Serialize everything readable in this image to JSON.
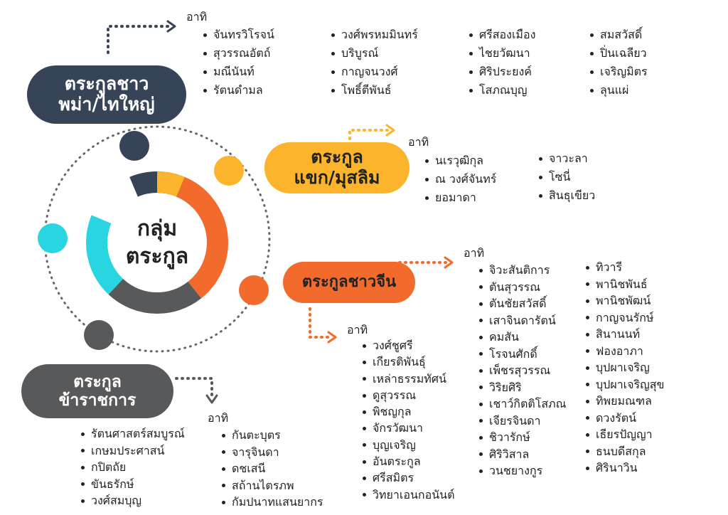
{
  "colors": {
    "dark": "#374357",
    "yellow": "#fbb42b",
    "orange": "#f26a2c",
    "gray": "#58595b",
    "cyan": "#29d5e0"
  },
  "center": {
    "line1": "กลุ่ม",
    "line2": "ตระกูล"
  },
  "groups": {
    "burmese": {
      "title1": "ตระกูลชาว",
      "title2": "พม่า/ไทใหญ่",
      "label": "อาทิ",
      "col1": [
        "จันทรวิโรจน์",
        "สุวรรณอัตถ์",
        "มณีนันท์",
        "รัตนดำมล"
      ],
      "col2": [
        "วงศ์พรหมมินทร์",
        "บริบูรณ์",
        "กาญจนวงศ์",
        "โพธิ์ตีพันธ์"
      ],
      "col3": [
        "ศรีสองเมือง",
        "ไชยวัฒนา",
        "ศิริประยงค์",
        "โสภณบุญ"
      ],
      "col4": [
        "สมสวัสดิ์",
        "ปิ่นเฉลียว",
        "เจริญมิตร",
        "ลุนแผ่"
      ]
    },
    "muslim": {
      "title1": "ตระกูล",
      "title2": "แขก/มุสลิม",
      "label": "อาทิ",
      "col1": [
        "นเรวุฒิกุล",
        "ณ วงศ์จันทร์",
        "ยอมาดา"
      ],
      "col2": [
        "จาวะลา",
        "โซนี่",
        "สินธุเขียว"
      ]
    },
    "chinese": {
      "title": "ตระกูลชาวจีน",
      "label_a": "อาทิ",
      "label_b": "อาทิ",
      "col_a": [
        "วงศ์ชูศรี",
        "เกียรติพันธุ์",
        "เหล่าธรรมทัศน์",
        "ดูสุวรรณ",
        "พิชญกุล",
        "จักรวัฒนา",
        "บุญเจริญ",
        "อันตระกูล",
        "ศรีสมิตร",
        "วิทยาเอนกอนันต์"
      ],
      "col_b": [
        "จิวะสันติการ",
        "ตันสุวรรณ",
        "ตันชัยสวัสดิ์",
        "เสาจินดารัตน์",
        "คมสัน",
        "โรจนศักดิ์",
        "เพ็ชรสุวรรณ",
        "วิริยศิริ",
        "เชาว์กิตติโสภณ",
        "เจียรจินดา",
        "ชิวารักษ์",
        "ศิริวิสาล",
        "วนชยางกูร"
      ],
      "col_c": [
        "ทิวารี",
        "พานิชพันธ์",
        "พานิชพัฒน์",
        "กาญจนรักษ์",
        "สินานนท์",
        "ฟองอาภา",
        "บุปผาเจริญ",
        "บุปผาเจริญสุข",
        "ทิพยมณฑล",
        "ดวงรัตน์",
        "เธียรปัญญา",
        "ธนบดีสกุล",
        "ศิรินาวิน"
      ]
    },
    "official": {
      "title1": "ตระกูล",
      "title2": "ข้าราชการ",
      "label": "อาทิ",
      "col1": [
        "รัตนศาสตร์สมบูรณ์",
        "เกษมประศาสน์",
        "กปิตถัย",
        "ขันธรักษ์",
        "วงศ์สมบุญ"
      ],
      "col2": [
        "กันตะบุตร",
        "จารุจินดา",
        "ดชเสนี",
        "สถ้านไตรภพ",
        "กัมปนาทแสนยากร"
      ]
    }
  }
}
